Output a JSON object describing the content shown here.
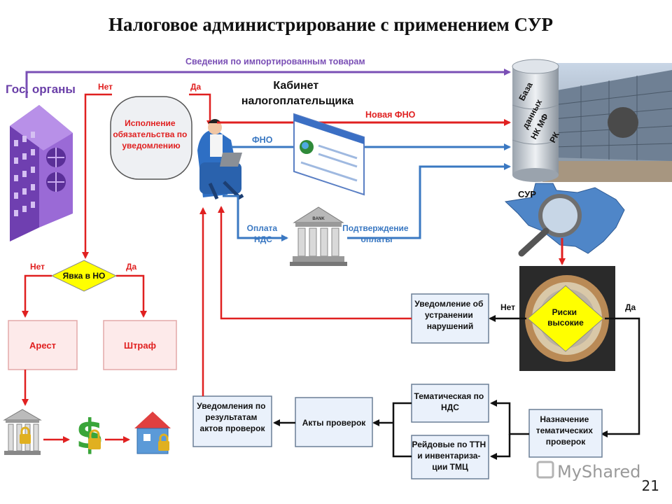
{
  "title": "Налоговое администрирование с применением СУР",
  "gov_label": "Гос. органы",
  "import_info": "Сведения по импортированным товарам",
  "cabinet": [
    "Кабинет",
    "налогоплательщика"
  ],
  "new_fno": "Новая ФНО",
  "fno": "ФНО",
  "db_label": [
    "База",
    "данных",
    "НК МФ",
    "РК"
  ],
  "sur": "СУР",
  "no_top": "Нет",
  "yes_top": "Да",
  "obligation": [
    "Исполнение",
    "обязательства  по",
    "уведомлению"
  ],
  "vat_payment": [
    "Оплата",
    "НДС"
  ],
  "bank_text": "BANK",
  "payment_confirm": [
    "Подтверждение",
    "оплаты"
  ],
  "appearance_decision": "Явка в НО",
  "no_left": "Нет",
  "yes_left": "Да",
  "arrest": "Арест",
  "fine": "Штраф",
  "risk_decision": [
    "Риски",
    "высокие"
  ],
  "no_risk": "Нет",
  "yes_risk": "Да",
  "elimination_notice": [
    "Уведомление об",
    "устранении",
    "нарушений"
  ],
  "thematic_vat": [
    "Тематическая по",
    "НДС"
  ],
  "assignment": [
    "Назначение",
    "тематических",
    "проверок"
  ],
  "raids": [
    "Рейдовые по ТТН",
    "и инвентариза-",
    "ции ТМЦ"
  ],
  "acts": "Акты проверок",
  "results_notice": [
    "Уведомления по",
    "результатам",
    "актов проверок"
  ],
  "watermark": "MyShared",
  "page_number": "21",
  "colors": {
    "red": "#e02020",
    "blue": "#3a78c2",
    "purple": "#7a4fb5",
    "yellow": "#ffff00",
    "pinkbox": "#fdeaea",
    "bluebox": "#eaf1fb"
  }
}
